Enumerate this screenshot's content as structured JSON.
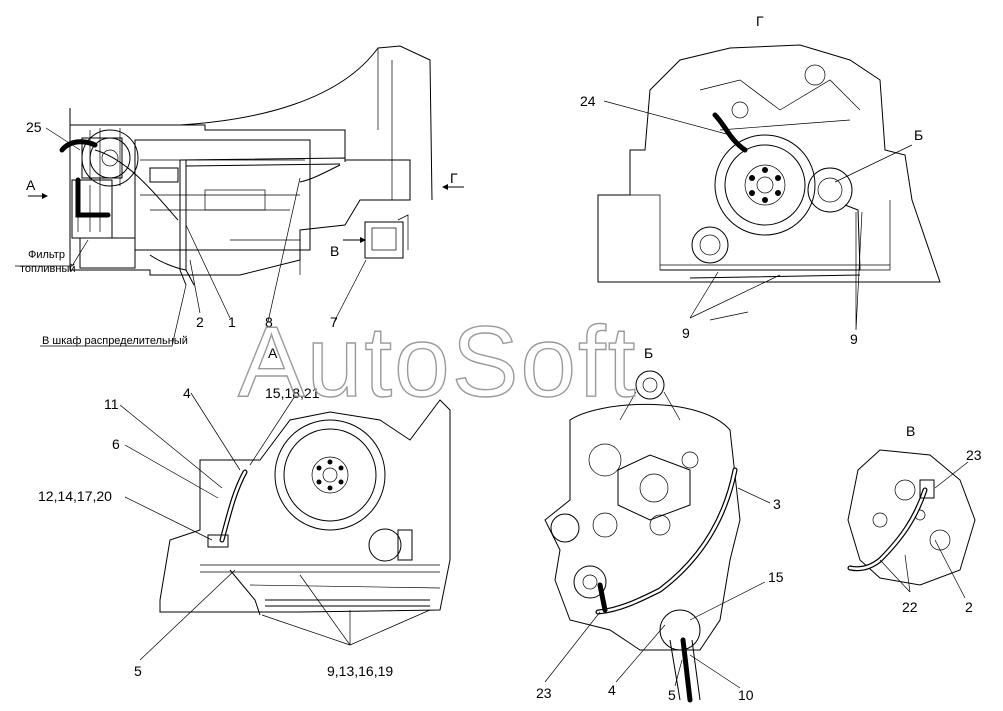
{
  "watermark": "AutoSoft",
  "views": {
    "main": {
      "arrow_a": "А",
      "arrow_g": "Г",
      "arrow_v": "В",
      "note_filter_line1": "Фильтр",
      "note_filter_line2": "топливный",
      "note_cabinet": "В шкаф распределительный",
      "callouts": [
        "25",
        "2",
        "1",
        "8",
        "7"
      ]
    },
    "view_g": {
      "title": "Г",
      "callouts": [
        "24",
        "Б",
        "9",
        "9"
      ]
    },
    "view_a": {
      "title": "А",
      "callouts": [
        "4",
        "15,18,21",
        "11",
        "6",
        "12,14,17,20",
        "5",
        "9,13,16,19"
      ]
    },
    "view_b": {
      "title": "Б",
      "callouts": [
        "3",
        "15",
        "23",
        "4",
        "5",
        "10"
      ]
    },
    "view_v": {
      "title": "В",
      "callouts": [
        "23",
        "22",
        "2"
      ]
    }
  }
}
